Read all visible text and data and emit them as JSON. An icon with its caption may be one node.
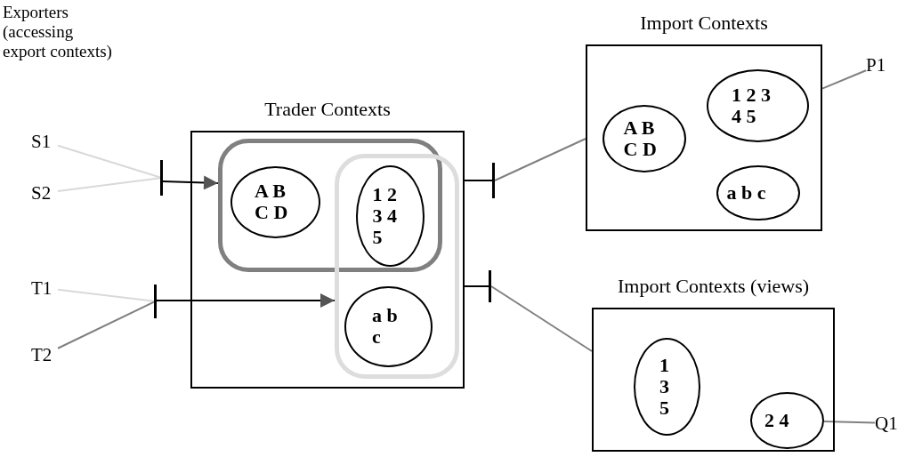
{
  "diagram": {
    "nodes": [
      {
        "text": [
          "S1"
        ]
      },
      {
        "text": [
          "S2"
        ]
      },
      {
        "text": [
          "T1"
        ]
      },
      {
        "text": [
          "T2"
        ]
      },
      {
        "text": [],
        "shape": "bar"
      },
      {
        "text": [],
        "shape": "bar"
      },
      {
        "text": [
          "Trader Contexts"
        ]
      },
      {
        "text": [],
        "shape": "box",
        "in": 6
      },
      {
        "text": [],
        "shape": "box",
        "in": 6
      },
      {
        "text": [
          "A B C D"
        ],
        "in": 7
      },
      {
        "text": [
          "1 2 3 4 5"
        ]
      },
      {
        "text": [
          "a b c"
        ],
        "in": 8
      },
      {
        "text": [],
        "shape": "bar"
      },
      {
        "text": [],
        "shape": "bar"
      },
      {
        "text": [
          "Import Contexts"
        ]
      },
      {
        "text": [
          "A B C D"
        ],
        "in": 14
      },
      {
        "text": [
          "1 2 3 4 5"
        ],
        "in": 14
      },
      {
        "text": [
          "a b c"
        ],
        "in": 14
      },
      {
        "text": [
          "P1"
        ]
      },
      {
        "text": [
          "Import Contexts (views)"
        ]
      },
      {
        "text": [
          "1 3 5"
        ],
        "in": 19
      },
      {
        "text": [
          "2 4"
        ],
        "in": 19
      },
      {
        "text": [
          "Q1"
        ]
      }
    ],
    "edges": [
      {
        "from": 0,
        "to": 4,
        "arrow": "none",
        "color": "#d9d9d9"
      },
      {
        "from": 1,
        "to": 4,
        "arrow": "none",
        "color": "#d9d9d9"
      },
      {
        "from": 4,
        "to": 7,
        "arrow": "to",
        "color": "#000000"
      },
      {
        "from": 2,
        "to": 5,
        "arrow": "none",
        "color": "#d9d9d9"
      },
      {
        "from": 3,
        "to": 5,
        "arrow": "none",
        "color": "#808080"
      },
      {
        "from": 5,
        "to": 8,
        "arrow": "to",
        "color": "#000000"
      },
      {
        "from": 6,
        "to": 12,
        "arrow": "none",
        "color": "#000000"
      },
      {
        "from": 12,
        "to": 14,
        "arrow": "none",
        "color": "#808080"
      },
      {
        "from": 18,
        "to": 14,
        "arrow": "none",
        "color": "#808080"
      },
      {
        "from": 6,
        "to": 13,
        "arrow": "none",
        "color": "#000000"
      },
      {
        "from": 13,
        "to": 19,
        "arrow": "none",
        "color": "#808080"
      },
      {
        "from": 22,
        "to": 21,
        "arrow": "none",
        "color": "#808080"
      }
    ],
    "labels": [
      "Exporters (accessing export contexts)"
    ]
  }
}
